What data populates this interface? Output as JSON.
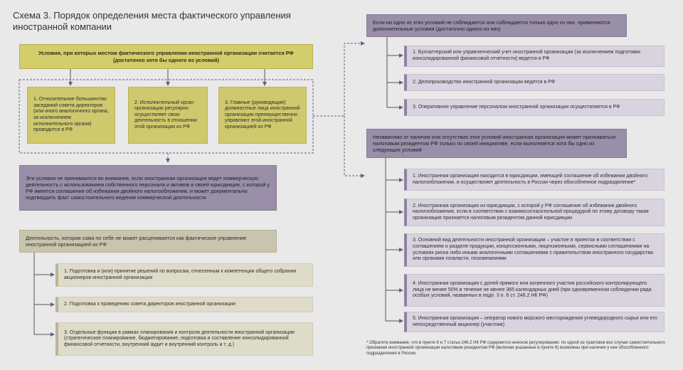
{
  "title": "Схема 3. Порядок определения места фактического управления иностранной компании",
  "main_condition": "Условия, при которых местом фактического управления иностранной организации считается РФ (достаточно хотя бы одного из условий)",
  "conditions": [
    "1. Относительное большинство заседаний совета директоров (или иного аналогичного органа, за исключением исполнительного органа) проводится в РФ",
    "2. Исполнительный орган организации регулярно осуществляет свою деятельность в отношении этой организации из РФ",
    "3. Главные (руководящие) должностные лица иностранной организации преимущественно управляют этой иностранной организацией из РФ"
  ],
  "ignored": "Эти условия не принимаются во внимание, если иностранная организация ведет коммерческую деятельность с использованием собственного персонала и активов в своей юрисдикции, с которой у РФ имеется соглашение об избежании двойного налогообложения, и может документально подтвердить факт самостоятельного ведения коммерческой деятельности",
  "activity_header": "Деятельность, которая сама по себе не может расценивается как фактическое управление иностранной организацией из РФ",
  "activity_items": [
    "1. Подготовка и (или) принятие решений по вопросам, отнесенным к компетенции общего собрания акционеров иностранной организации",
    "2. Подготовка к проведению совета директоров иностранной организации",
    "3. Отдельные функции в рамках планирования и контроля деятельности иностранной организации (стратегическое планирование, бюджетирование, подготовка и составление консолидированной финансовой отчетности, внутренний аудит и внутренний контроль и т. д.)"
  ],
  "additional_header": "Если ни одно из этих условий не соблюдается или соблюдается только одно из них, применяются дополнительные условия (достаточно одного из них)",
  "additional_items": [
    "1. Бухгалтерский или управленческий учет иностранной организации (за исключением подготовки консолидированной финансовой отчетности) ведется в РФ",
    "2. Делопроизводство иностранной организации ведется в РФ",
    "3. Оперативное управление персоналом иностранной организации осуществляется в РФ"
  ],
  "initiative_header": "Независимо от наличия или отсутствия этих условий иностранная организация может признаваться налоговым резидентом РФ только по своей инициативе, если выполняется хотя бы одно из следующих условий",
  "initiative_items": [
    "1. Иностранная организация находится в юрисдикции, имеющей соглашение об избежании двойного налогообложения, и осуществляет деятельность в России через обособленное подразделение*",
    "2. Иностранная организация из юрисдикции, с которой у РФ соглашение об избежании двойного налогообложения, если в соответствии с взаимосогласительной процедурой по этому договору такая организация признается налоговым резидентом данной юрисдикции",
    "3. Основной вид деятельности иностранной организации – участие в проектах в соответствии с соглашением о разделе продукции, концессионными, лицензионными, сервисными соглашениями на условиях риска либо иными аналогичными соглашениями с правительством иностранного государства или органами госвласти, госкомпаниями",
    "4. Иностранная организация с долей прямого или косвенного участия российского контролирующего лица не менее 50% в течение не менее 365 календарных дней (при одновременном соблюдении ряда особых условий, названных в подп. 3 п. 6 ст. 246.2 НК РФ)",
    "5. Иностранная организация – оператор нового морского месторождения углеводородного сырья или его непосредственный акционер (участник)"
  ],
  "footnote": "* Обратите внимание, что в пункте 6 и 7 статьи 246.2 НК РФ содержится неясное регулирование: по одной из трактовок все случаи самостоятельного признания иностранной организации налоговым резидентом РФ (включая указанные в пункте 6) возможны при наличии у нее обособленного подразделения в России.",
  "colors": {
    "yellow": "#cfc96d",
    "purple": "#9a8fa8",
    "lavender": "#d9d3df",
    "beige": "#c8c4ad",
    "connector": "#6a5c7d"
  }
}
